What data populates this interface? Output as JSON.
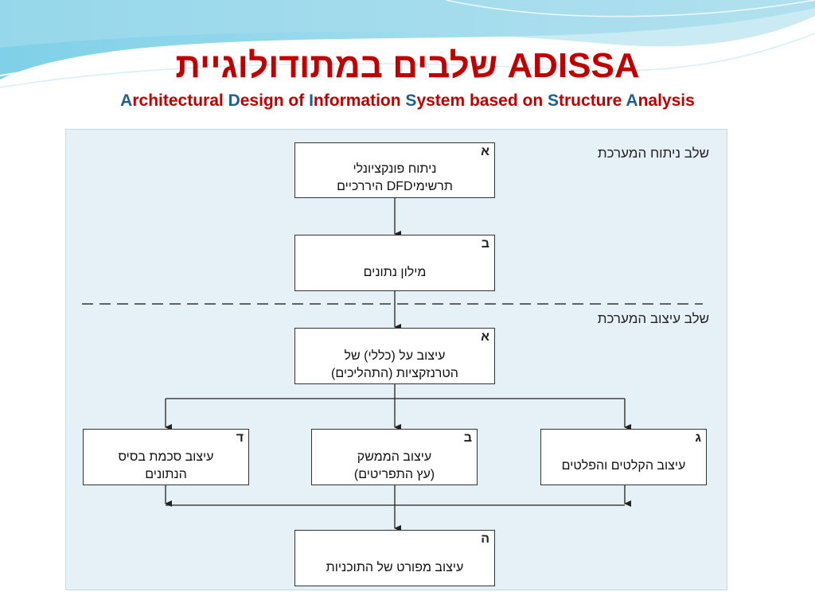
{
  "title": {
    "hebrew": "שלבים במתודולוגיית",
    "latin": "ADISSA"
  },
  "subtitle": {
    "parts": [
      {
        "text": "A",
        "cap": true
      },
      {
        "text": "rchitectural ",
        "cap": false
      },
      {
        "text": "D",
        "cap": true
      },
      {
        "text": "esign of ",
        "cap": false
      },
      {
        "text": "I",
        "cap": true
      },
      {
        "text": "nformation ",
        "cap": false
      },
      {
        "text": "S",
        "cap": true
      },
      {
        "text": "ystem based on ",
        "cap": false
      },
      {
        "text": "S",
        "cap": true
      },
      {
        "text": "tructure ",
        "cap": false
      },
      {
        "text": "A",
        "cap": true
      },
      {
        "text": "nalysis",
        "cap": false
      }
    ]
  },
  "phases": {
    "analysis": "שלב ניתוח המערכת",
    "design": "שלב עיצוב המערכת"
  },
  "boxes": {
    "functional": {
      "letter": "א",
      "line1": "ניתוח פונקציונלי",
      "line2": "תרשימיDFD היררכיים"
    },
    "dictionary": {
      "letter": "ב",
      "line1": "מילון נתונים"
    },
    "transactions": {
      "letter": "א",
      "line1": "עיצוב על (כללי) של",
      "line2": "הטרנזקציות (התהליכים)"
    },
    "database": {
      "letter": "ד",
      "line1": "עיצוב סכמת בסיס",
      "line2": "הנתונים"
    },
    "interface": {
      "letter": "ב",
      "line1": "עיצוב הממשק",
      "line2": "(עץ התפריטים)"
    },
    "io": {
      "letter": "ג",
      "line1": "עיצוב הקלטים והפלטים"
    },
    "programs": {
      "letter": "ה",
      "line1": "עיצוב מפורט של התוכניות"
    }
  },
  "colors": {
    "title": "#c00000",
    "subtitle_caps": "#1f5f8b",
    "panel": "#e6f0f7"
  }
}
